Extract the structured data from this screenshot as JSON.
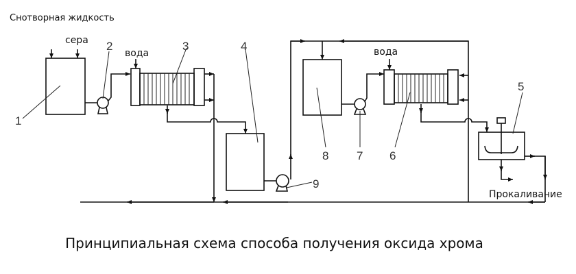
{
  "labels": {
    "input_liquid": "Снотворная жидкость",
    "sulfur": "сера",
    "water_1": "вода",
    "water_2": "вода",
    "calcination": "Прокаливание"
  },
  "numbers": [
    "1",
    "2",
    "3",
    "4",
    "5",
    "6",
    "7",
    "8",
    "9"
  ],
  "caption": "Принципиальная схема способа получения оксида хрома"
}
